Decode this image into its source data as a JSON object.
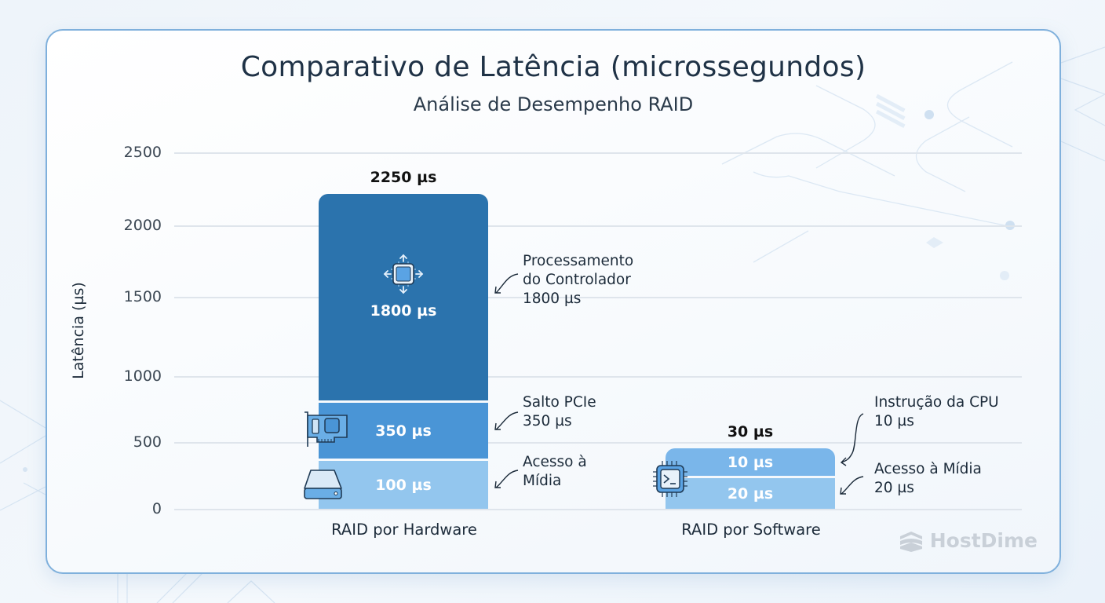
{
  "header": {
    "title": "Comparativo de Latência (microssegundos)",
    "subtitle": "Análise de Desempenho RAID"
  },
  "axis": {
    "ylabel": "Latência (µs)",
    "ticks": [
      "2500",
      "2000",
      "1500",
      "1000",
      "500",
      "0"
    ]
  },
  "bars": {
    "hardware": {
      "category": "RAID por Hardware",
      "total_label": "2250 µs",
      "segments": {
        "controller": {
          "label": "1800 µs",
          "icon": "cpu-chip-arrows-icon"
        },
        "pcie": {
          "label": "350 µs",
          "icon": "pcie-card-icon"
        },
        "media": {
          "label": "100 µs",
          "icon": "hard-drive-icon"
        }
      },
      "annotations": {
        "controller": [
          "Processamento",
          "do Controlador",
          "1800 µs"
        ],
        "pcie": [
          "Salto PCIe",
          "350 µs"
        ],
        "media": [
          "Acesso à",
          "Mídia"
        ]
      }
    },
    "software": {
      "category": "RAID por Software",
      "total_label": "30 µs",
      "segments": {
        "cpu": {
          "label": "10 µs",
          "icon": "cpu-terminal-icon"
        },
        "media": {
          "label": "20 µs"
        }
      },
      "annotations": {
        "cpu": [
          "Instrução da CPU",
          "10 µs"
        ],
        "media": [
          "Acesso à Mídia",
          "20 µs"
        ]
      }
    }
  },
  "logo": {
    "text": "HostDime",
    "icon": "hostdime-logo-icon"
  },
  "colors": {
    "controller": "#2b73ad",
    "pcie": "#4a95d6",
    "media_hw": "#93c6ee",
    "cpu_sw": "#7ab6ea",
    "media_sw": "#93c6ee",
    "card_border": "#7fb0dc"
  },
  "chart_data": {
    "type": "bar",
    "stacked": true,
    "title": "Comparativo de Latência (microssegundos)",
    "subtitle": "Análise de Desempenho RAID",
    "xlabel": "",
    "ylabel": "Latência (µs)",
    "ylim": [
      0,
      2500
    ],
    "yticks": [
      0,
      500,
      1000,
      1500,
      2000,
      2500
    ],
    "grid": true,
    "categories": [
      "RAID por Hardware",
      "RAID por Software"
    ],
    "series": [
      {
        "name": "Acesso à Mídia",
        "values": [
          100,
          20
        ]
      },
      {
        "name": "Salto PCIe",
        "values": [
          350,
          0
        ]
      },
      {
        "name": "Processamento do Controlador",
        "values": [
          1800,
          0
        ]
      },
      {
        "name": "Instrução da CPU",
        "values": [
          0,
          10
        ]
      }
    ],
    "totals": [
      2250,
      30
    ],
    "annotations": [
      "Processamento do Controlador 1800 µs",
      "Salto PCIe 350 µs",
      "Acesso à Mídia",
      "Instrução da CPU 10 µs",
      "Acesso à Mídia 20 µs"
    ]
  }
}
